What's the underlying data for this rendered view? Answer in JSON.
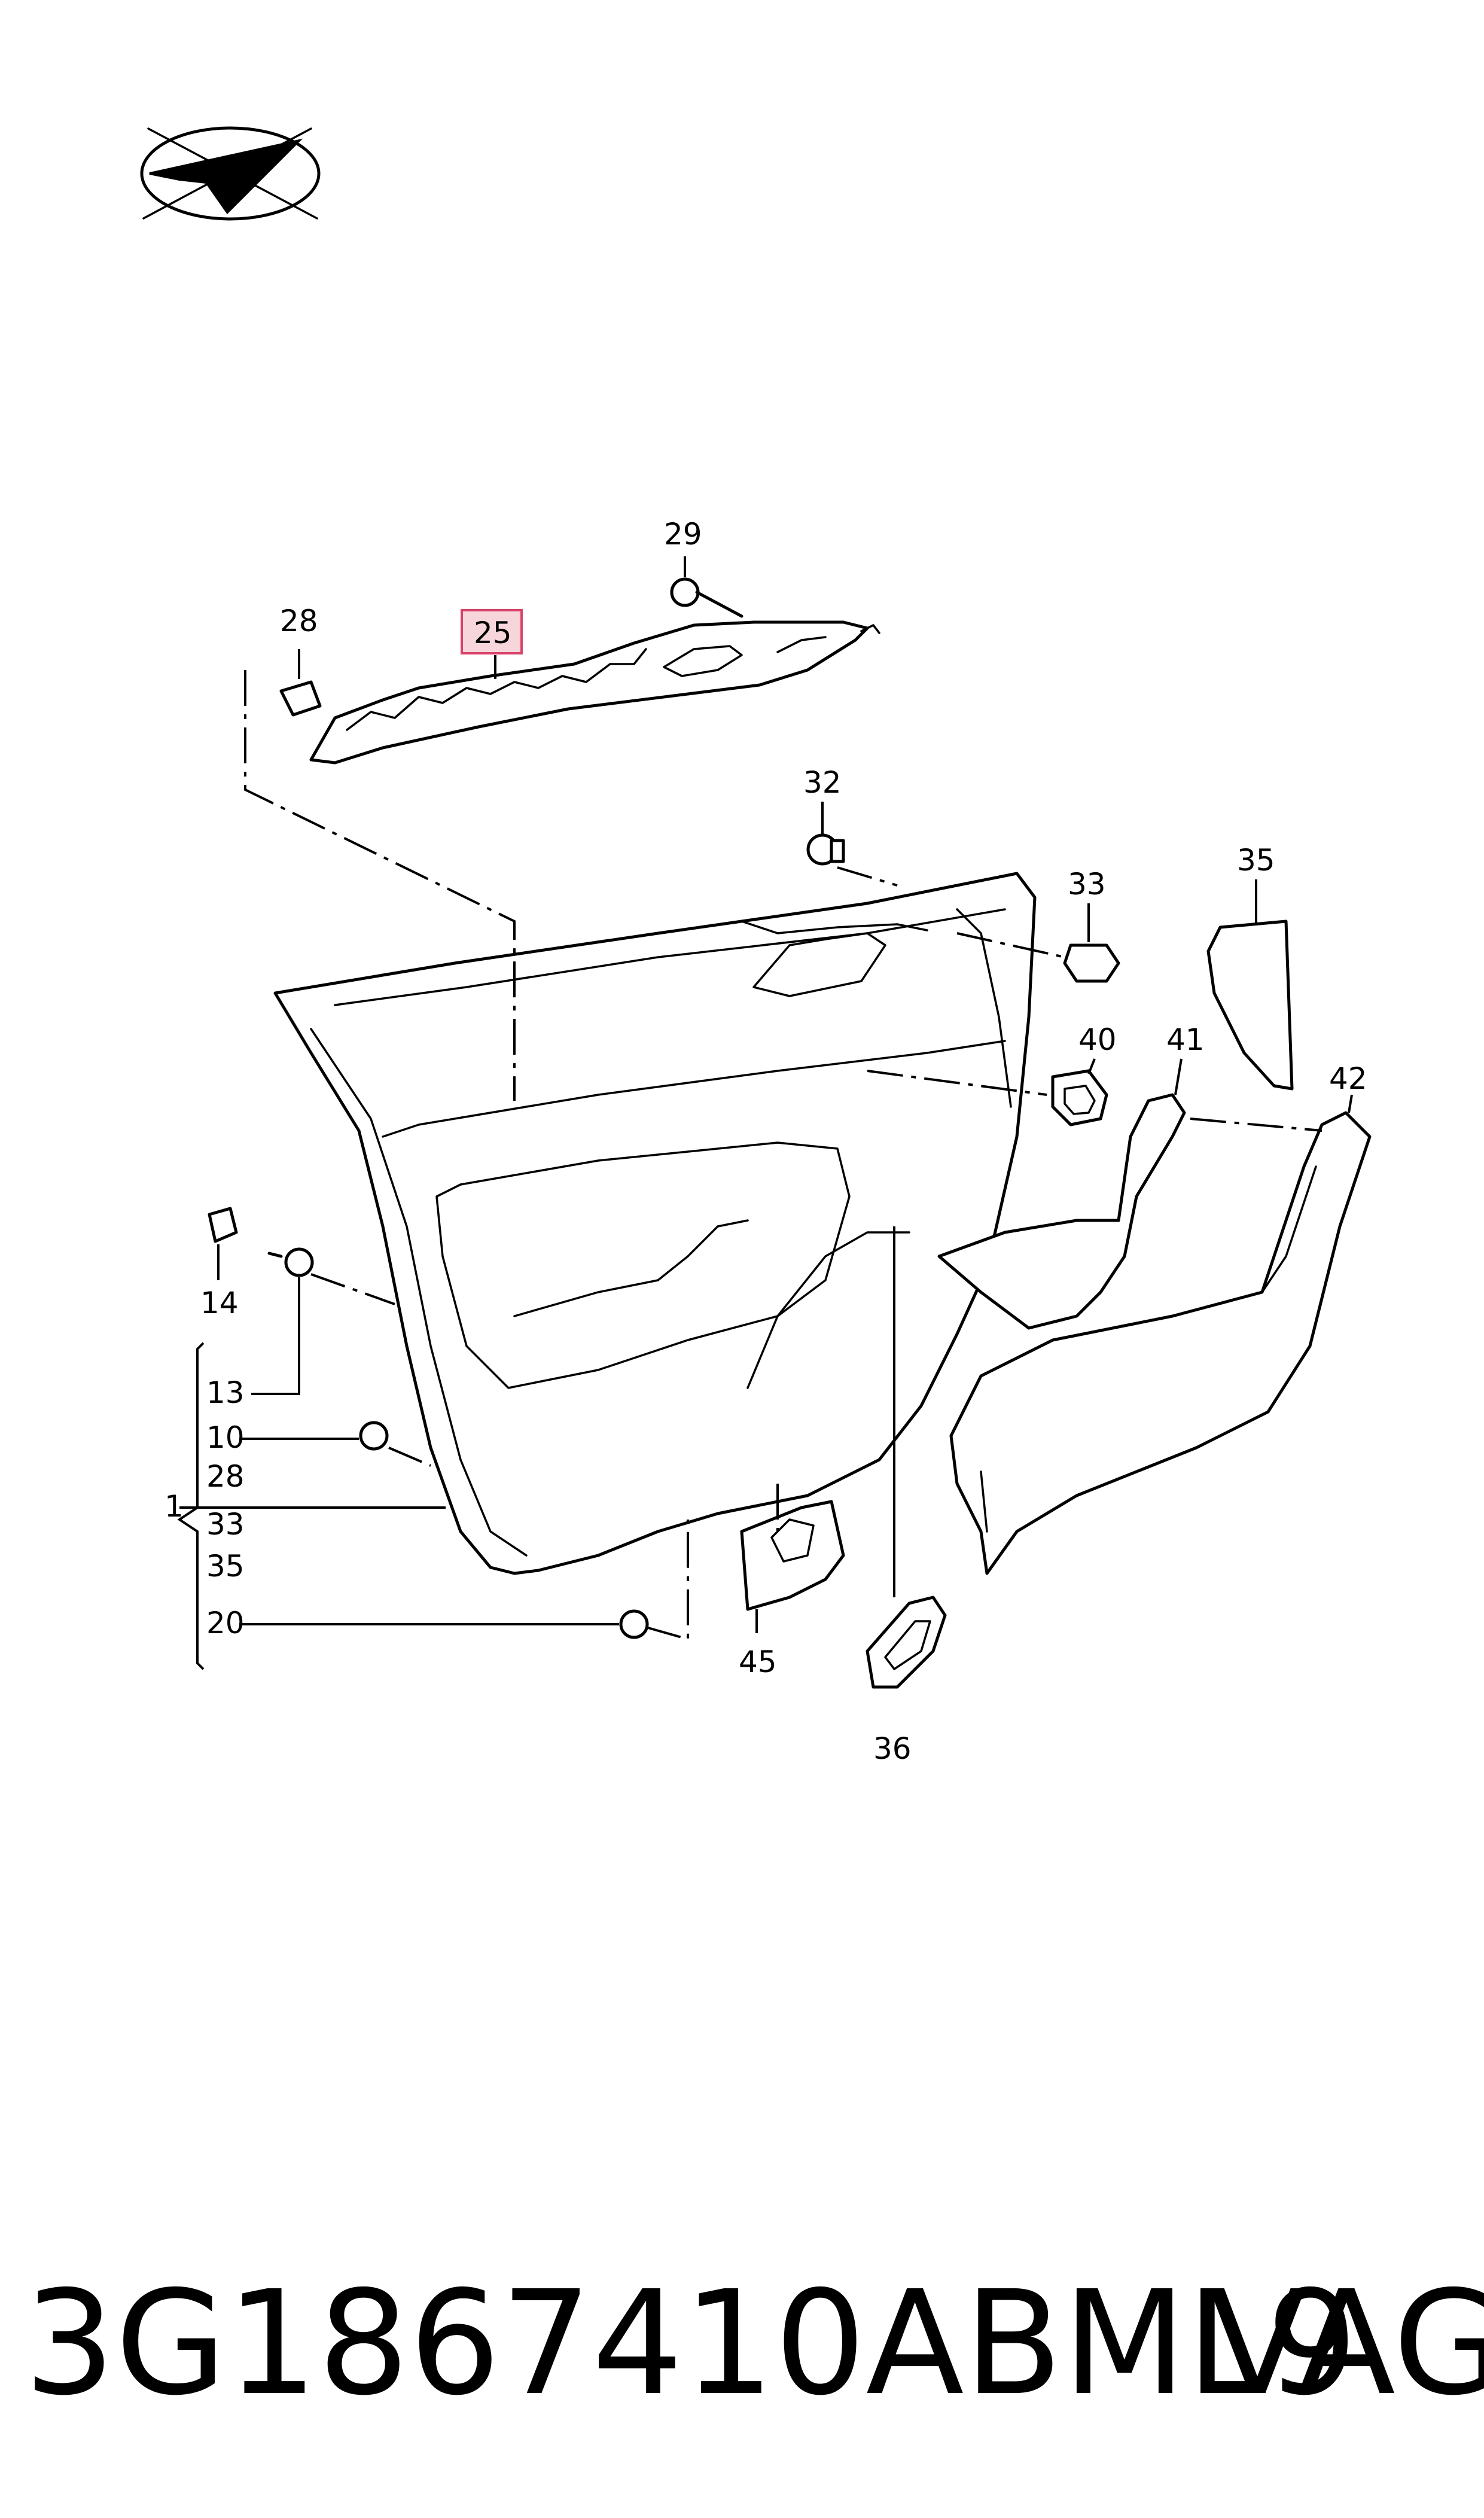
{
  "diagram": {
    "part_number": "3G1867410ABML9",
    "brand": "VAG",
    "highlighted_callout": "25",
    "highlight_color": "#f6d6db",
    "highlight_border": "#d9436a",
    "callouts": {
      "c29": "29",
      "c28top": "28",
      "c25": "25",
      "c32": "32",
      "c33": "33",
      "c35": "35",
      "c40": "40",
      "c41": "41",
      "c42": "42",
      "c14": "14",
      "c13": "13",
      "c10": "10",
      "c1": "1",
      "c28": "28",
      "c33b": "33",
      "c35b": "35",
      "c20": "20",
      "c45": "45",
      "c36": "36"
    }
  }
}
